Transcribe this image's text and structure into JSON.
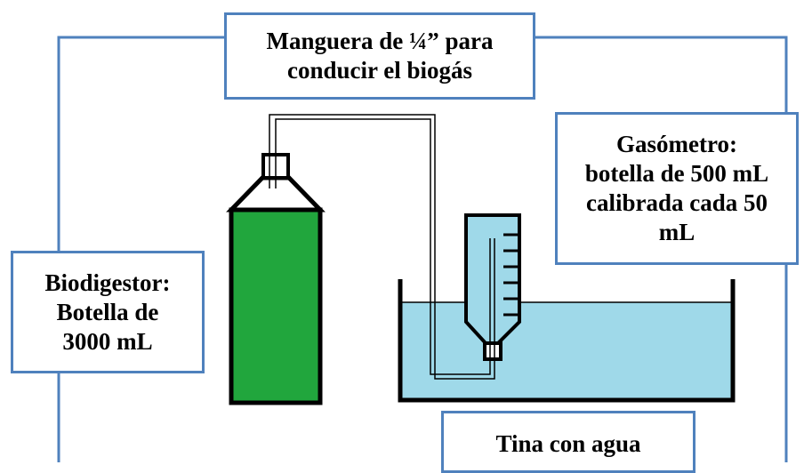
{
  "labels": {
    "hose": [
      "Manguera de ¼” para",
      "conducir el biogás"
    ],
    "gasometer": [
      "Gasómetro:",
      "botella de 500 mL",
      "calibrada cada 50",
      "mL"
    ],
    "biodigester": [
      "Biodigestor:",
      "Botella de",
      "3000 mL"
    ],
    "tub": [
      "Tina con agua"
    ]
  },
  "colors": {
    "frame": "#4f81bd",
    "bottle_liquid": "#21a63d",
    "water": "#9fd9e9",
    "outline": "#000000",
    "background": "#ffffff"
  },
  "gasometer_scale_marks": 6
}
